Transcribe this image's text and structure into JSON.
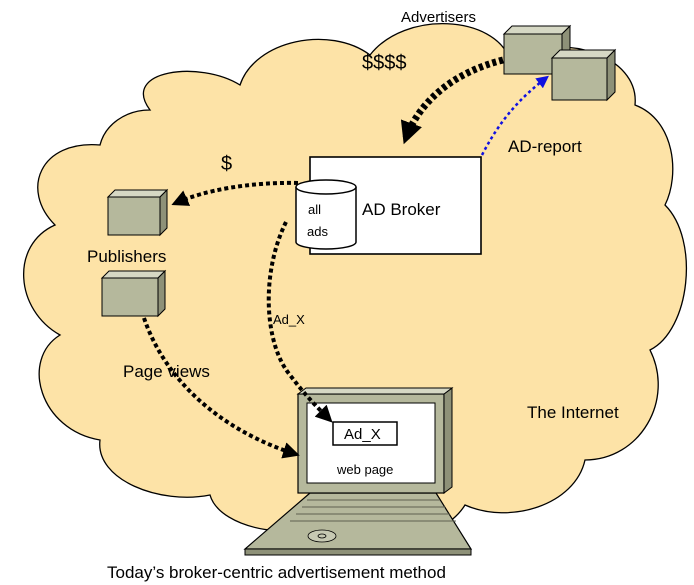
{
  "labels": {
    "advertisers": "Advertisers",
    "advertiser_payment": "$$$$",
    "ad_report": "AD-report",
    "publisher_payment": "$",
    "ad_broker": "AD Broker",
    "database_line1": "all",
    "database_line2": "ads",
    "publishers": "Publishers",
    "ad_flow": "Ad_X",
    "page_views": "Page views",
    "ad_slot": "Ad_X",
    "web_page": "web page",
    "internet": "The Internet",
    "caption": "Today’s broker-centric advertisement method"
  },
  "colors": {
    "cloud_fill": "#fde3a7",
    "cloud_stroke": "#000000",
    "cube_front": "#b5b89c",
    "cube_top": "#d6d8c4",
    "cube_side": "#8e9178",
    "flow_arrow": "#000000",
    "report_arrow": "#1010e0",
    "laptop_body": "#b5b89c",
    "laptop_screen": "#ffffff"
  }
}
